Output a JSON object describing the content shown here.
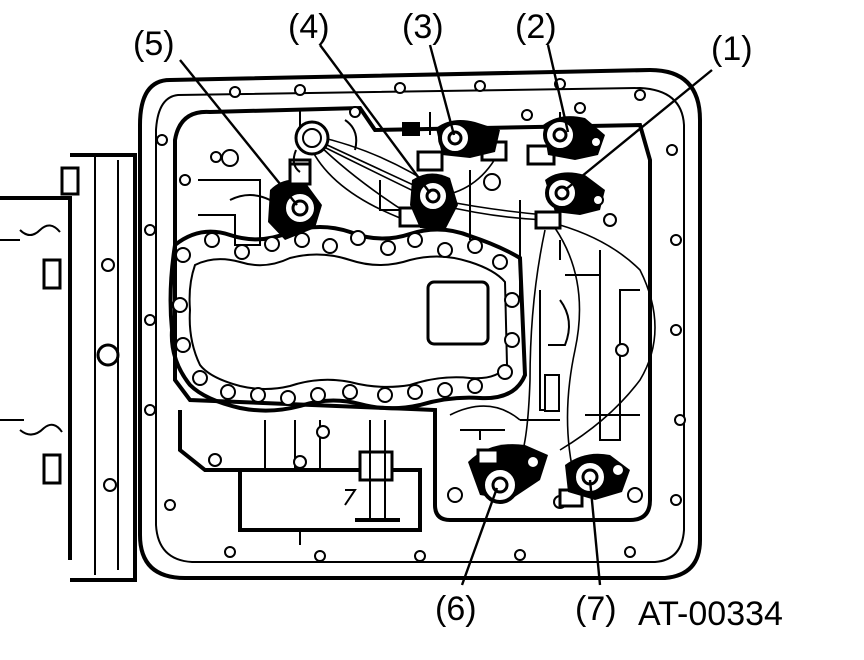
{
  "callouts": [
    {
      "id": "1",
      "label": "(1)"
    },
    {
      "id": "2",
      "label": "(2)"
    },
    {
      "id": "3",
      "label": "(3)"
    },
    {
      "id": "4",
      "label": "(4)"
    },
    {
      "id": "5",
      "label": "(5)"
    },
    {
      "id": "6",
      "label": "(6)"
    },
    {
      "id": "7",
      "label": "(7)"
    }
  ],
  "figure_id": "AT-00334",
  "colors": {
    "ink": "#000000",
    "paper": "#ffffff"
  }
}
